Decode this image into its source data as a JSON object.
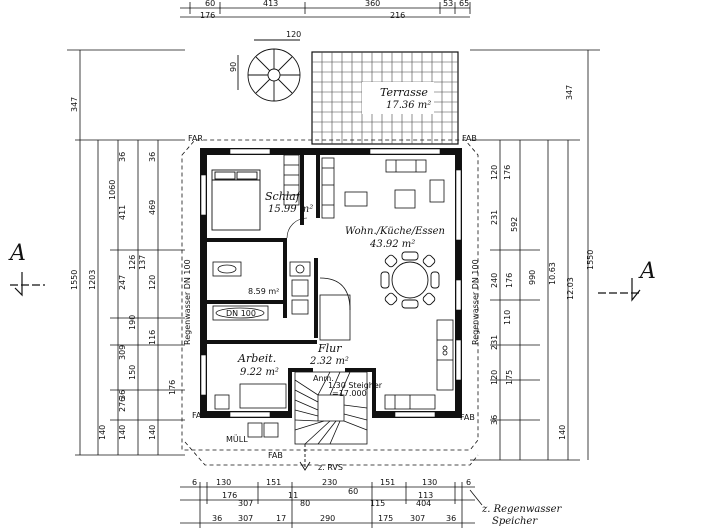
{
  "rooms": {
    "terrasse": {
      "name": "Terrasse",
      "area": "17.36 m²"
    },
    "schlaf": {
      "name": "Schlaf.",
      "area": "15.99 m²"
    },
    "wohn": {
      "name": "Wohn./Küche/Essen",
      "area": "43.92 m²"
    },
    "arbeit": {
      "name": "Arbeit.",
      "area": "9.22 m²"
    },
    "flur": {
      "name": "Flur",
      "area": "2.32 m²"
    },
    "stair": {
      "text1": "Anm.",
      "text2": "1.30 Steigher",
      "text3": "=17.000"
    }
  },
  "section_marks": {
    "left": "A",
    "right": "A"
  },
  "labels": {
    "fab_top_left": "FAR",
    "fab_top_right": "FAB",
    "fab_bottom_left": "FAB",
    "fab_bottom_right": "FAB",
    "fab_bottom_center": "FAB",
    "muell": "MÜLL",
    "rvs": "z. RVS",
    "regenwasser": "z. Regenwasser",
    "speicher": "Speicher",
    "dn_left": "Regenwasser DN 100",
    "dn_right": "Regenwasser DN 100",
    "dn100": "DN 100",
    "bath_area": "8.59 m²",
    "stair_top": "120",
    "stair_side": "90"
  },
  "dims_top": [
    "60",
    "413",
    "360",
    "53",
    "65",
    "176",
    "216"
  ],
  "dims_bottom_row1": [
    "6",
    "130",
    "151",
    "230",
    "60",
    "151",
    "130",
    "6"
  ],
  "dims_bottom_row2": [
    "176",
    "307",
    "11",
    "80",
    "115",
    "404",
    "113"
  ],
  "dims_bottom_row3": [
    "36",
    "307",
    "17",
    "290",
    "175",
    "307",
    "36"
  ],
  "dims_left_outer": [
    "347",
    "1550"
  ],
  "dims_left_mid": [
    "1203",
    "1060",
    "247",
    "309",
    "276",
    "140"
  ],
  "dims_left_inner": [
    "36",
    "411",
    "126",
    "190",
    "150",
    "36",
    "140"
  ],
  "dims_left_small": [
    "36",
    "469",
    "137",
    "120",
    "176",
    "116",
    "140"
  ],
  "dims_right_outer": [
    "347",
    "1550"
  ],
  "dims_right_mid": [
    "990",
    "10.63",
    "12.03"
  ],
  "dims_right_inner": [
    "592",
    "231",
    "240",
    "176",
    "231",
    "140"
  ],
  "dims_right_small": [
    "120",
    "176",
    "110",
    "120",
    "175",
    "36"
  ]
}
